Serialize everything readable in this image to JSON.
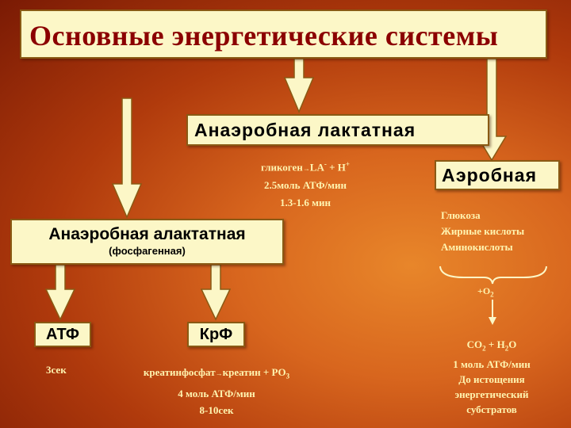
{
  "title": "Основные энергетические системы",
  "anaerobic_lactate": {
    "label": "Анаэробная лактатная",
    "reaction_left": "гликоген",
    "reaction_arrow": "→",
    "reaction_right": "LA",
    "reaction_la_sup": "-",
    "reaction_plus": " + H",
    "reaction_h_sup": "+",
    "rate": "2.5моль АТФ/мин",
    "duration": "1.3-1.6 мин"
  },
  "aerobic": {
    "label": "Аэробная",
    "substrates": [
      "Глюкоза",
      "Жирные кислоты",
      "Аминокислоты"
    ],
    "oxygen_text": "+O",
    "oxygen_sub": "2",
    "product_co": "CO",
    "product_co_sub": "2",
    "product_plus": " + H",
    "product_h_sub": "2",
    "product_o": "O",
    "rate": "1 моль АТФ/мин",
    "duration_line1": "До истощения",
    "duration_line2": "энергетический",
    "duration_line3": "субстратов"
  },
  "anaerobic_alactate": {
    "label": "Анаэробная алактатная",
    "sublabel": "(фосфагенная)"
  },
  "atf": {
    "label": "АТФ",
    "time": "3сек"
  },
  "krf": {
    "label": "КрФ",
    "reaction_left": "креатинфосфат",
    "reaction_arrow": "→",
    "reaction_right": "креатин + PO",
    "reaction_sub": "3",
    "rate": "4 моль АТФ/мин",
    "duration": "8-10сек"
  },
  "colors": {
    "box_fill": "#fcf7c7",
    "title_text": "#8b0000",
    "body_text": "#fff4b0",
    "arrow_fill": "#fcf7c7",
    "arrow_stroke": "#8a5a14"
  }
}
